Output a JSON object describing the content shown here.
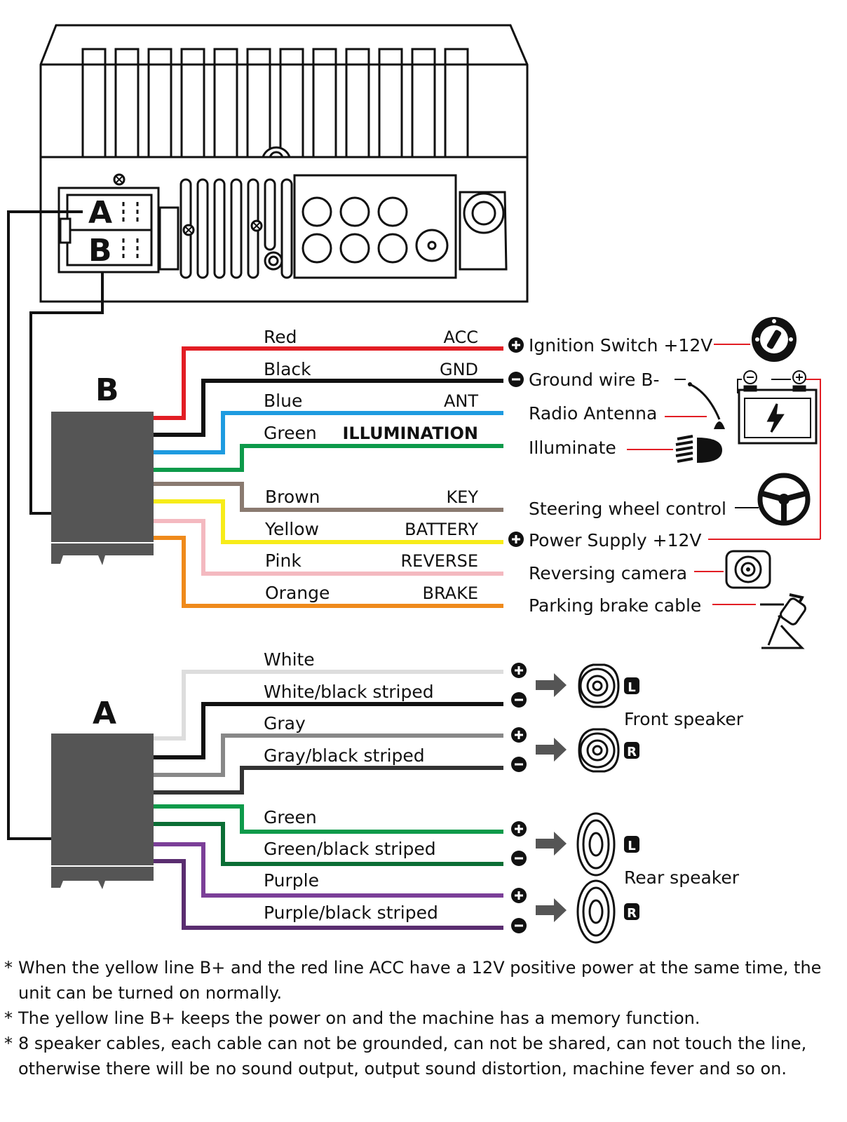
{
  "connector_labels": {
    "a": "A",
    "b": "B"
  },
  "harness_b": {
    "label": "B",
    "wires": [
      {
        "name": "Red",
        "function": "ACC",
        "color": "#e21d24"
      },
      {
        "name": "Black",
        "function": "GND",
        "color": "#111111"
      },
      {
        "name": "Blue",
        "function": "ANT",
        "color": "#1e9be0"
      },
      {
        "name": "Green",
        "function": "ILLUMINATION",
        "color": "#0d9a4a"
      },
      {
        "name": "Brown",
        "function": "KEY",
        "color": "#8a7a70"
      },
      {
        "name": "Yellow",
        "function": "BATTERY",
        "color": "#f7ec19"
      },
      {
        "name": "Pink",
        "function": "REVERSE",
        "color": "#f4b9c0"
      },
      {
        "name": "Orange",
        "function": "BRAKE",
        "color": "#ef8a1b"
      }
    ]
  },
  "destinations": {
    "ignition": "Ignition Switch +12V",
    "ground": "Ground wire B-",
    "antenna": "Radio Antenna",
    "illuminate": "Illuminate",
    "steering": "Steering wheel control",
    "power": "Power Supply +12V",
    "camera": "Reversing camera",
    "brake": "Parking brake cable"
  },
  "harness_a": {
    "label": "A",
    "wires": [
      {
        "name": "White",
        "color": "#dddddd"
      },
      {
        "name": "White/black striped",
        "color": "#111111"
      },
      {
        "name": "Gray",
        "color": "#888888"
      },
      {
        "name": "Gray/black striped",
        "color": "#333333"
      },
      {
        "name": "Green",
        "color": "#0d9a4a"
      },
      {
        "name": "Green/black striped",
        "color": "#0b6e35"
      },
      {
        "name": "Purple",
        "color": "#7b3f98"
      },
      {
        "name": "Purple/black striped",
        "color": "#5a2d70"
      }
    ]
  },
  "speakers": {
    "front": "Front speaker",
    "rear": "Rear speaker",
    "left_badge": "L",
    "right_badge": "R",
    "plus": "+",
    "minus": "−"
  },
  "notes": [
    "When the yellow line B+ and the red line ACC have a 12V positive power at the same time, the unit can be turned on normally.",
    "The yellow line B+ keeps the power on and the machine has a memory function.",
    "8 speaker cables, each cable can not be grounded, can not be shared, can not touch the line, otherwise there will be no sound output, output sound distortion, machine fever and so on."
  ],
  "note_marker": "*"
}
